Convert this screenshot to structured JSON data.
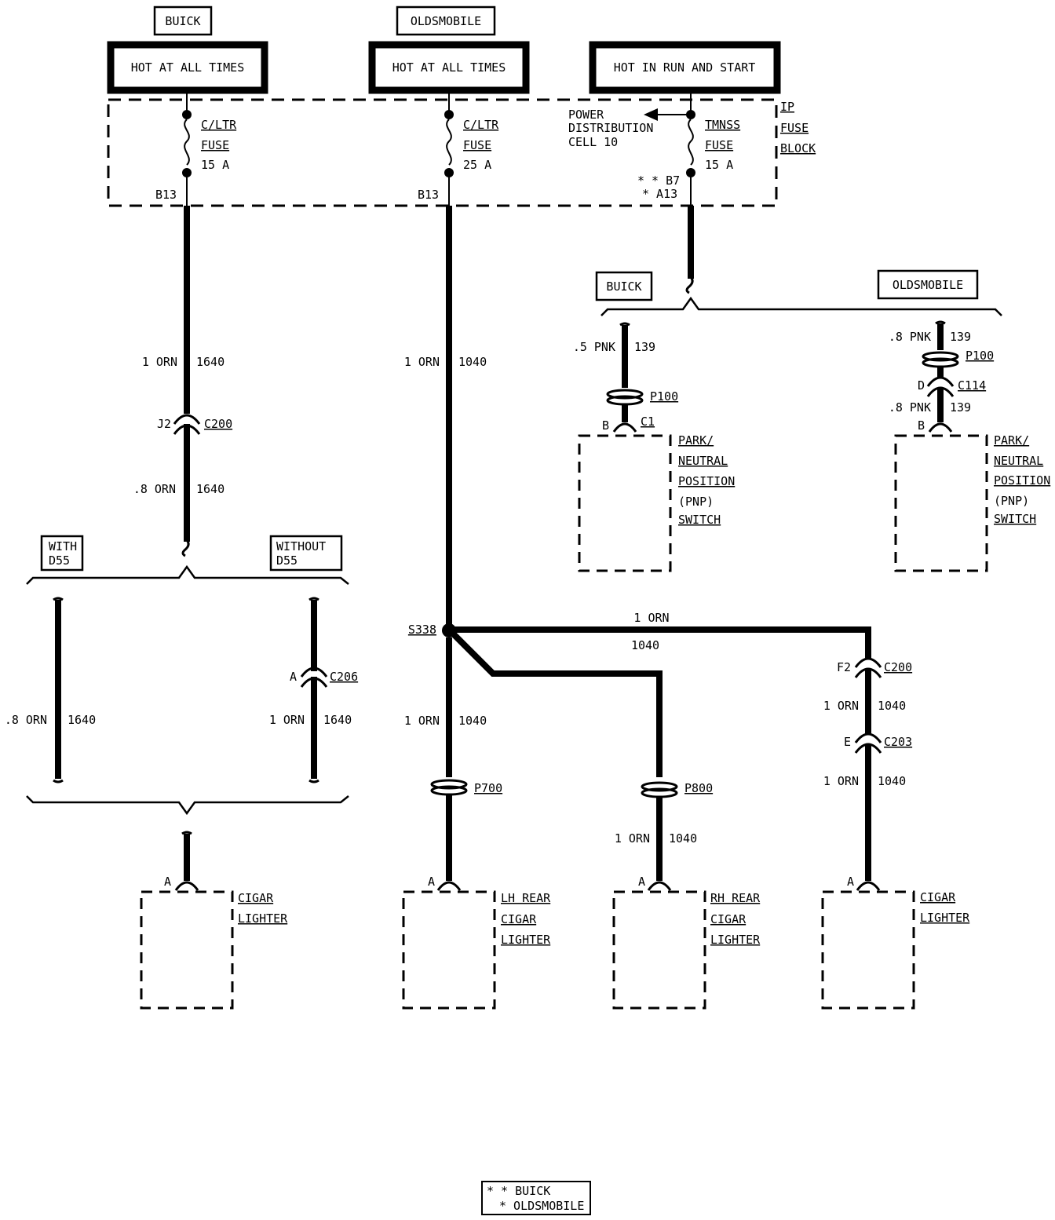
{
  "sources": {
    "buick_tag": "BUICK",
    "olds_tag": "OLDSMOBILE",
    "hot1": "HOT AT ALL TIMES",
    "hot2": "HOT AT ALL TIMES",
    "hot3": "HOT IN RUN AND START"
  },
  "fuse_block": {
    "label_line1": "IP",
    "label_line2": "FUSE",
    "label_line3": "BLOCK",
    "fuse1_name": "C/LTR",
    "fuse1_fuse": "FUSE",
    "fuse1_rating": "15 A",
    "fuse2_name": "C/LTR",
    "fuse2_fuse": "FUSE",
    "fuse2_rating": "25 A",
    "fuse3_name": "TMNSS",
    "fuse3_fuse": "FUSE",
    "fuse3_rating": "15 A",
    "pdc_line1": "POWER",
    "pdc_line2": "DISTRIBUTION",
    "pdc_line3": "CELL 10",
    "term1": "B13",
    "term2": "B13",
    "term3a": "* * B7",
    "term3b": "* A13"
  },
  "left_branch": {
    "wire_top_size": "1 ORN",
    "wire_top_circuit": "1640",
    "conn_pin": "J2",
    "conn_name": "C200",
    "wire_mid_size": ".8 ORN",
    "wire_mid_circuit": "1640",
    "with_line1": "WITH",
    "with_line2": "D55",
    "without_line1": "WITHOUT",
    "without_line2": "D55",
    "with_wire_size": ".8 ORN",
    "with_wire_circuit": "1640",
    "c206_pin": "A",
    "c206_name": "C206",
    "without_wire_size": "1 ORN",
    "without_wire_circuit": "1640",
    "lighter_pin": "A",
    "lighter_line1": "CIGAR",
    "lighter_line2": "LIGHTER"
  },
  "center_branch": {
    "wire_top_size": "1 ORN",
    "wire_top_circuit": "1040",
    "splice": "S338",
    "wire_right_size": "1 ORN",
    "wire_right_circuit": "1040",
    "wire_down_size": "1 ORN",
    "wire_down_circuit": "1040",
    "p700": "P700",
    "lh_pin": "A",
    "lh_line1": "LH REAR",
    "lh_line2": "CIGAR",
    "lh_line3": "LIGHTER",
    "p800": "P800",
    "rh_wire_size": "1 ORN",
    "rh_wire_circuit": "1040",
    "rh_pin": "A",
    "rh_line1": "RH REAR",
    "rh_line2": "CIGAR",
    "rh_line3": "LIGHTER",
    "f2_pin": "F2",
    "f2_name": "C200",
    "f2_wire_size": "1 ORN",
    "f2_wire_circuit": "1040",
    "e_pin": "E",
    "e_name": "C203",
    "e_wire_size": "1 ORN",
    "e_wire_circuit": "1040",
    "front_pin": "A",
    "front_line1": "CIGAR",
    "front_line2": "LIGHTER"
  },
  "pnp": {
    "buick_tag": "BUICK",
    "olds_tag": "OLDSMOBILE",
    "b_wire_size": ".5 PNK",
    "b_wire_circuit": "139",
    "b_p100": "P100",
    "b_pin": "B",
    "b_c1": "C1",
    "o_wire_size": ".8 PNK",
    "o_wire_circuit": "139",
    "o_p100": "P100",
    "o_d_pin": "D",
    "o_c114": "C114",
    "o_wire2_size": ".8 PNK",
    "o_wire2_circuit": "139",
    "o_pin": "B",
    "sw_line1": "PARK/",
    "sw_line2": "NEUTRAL",
    "sw_line3": "POSITION",
    "sw_line4": "(PNP)",
    "sw_line5": "SWITCH"
  },
  "legend": {
    "line1": "* * BUICK",
    "line2": "* OLDSMOBILE"
  }
}
